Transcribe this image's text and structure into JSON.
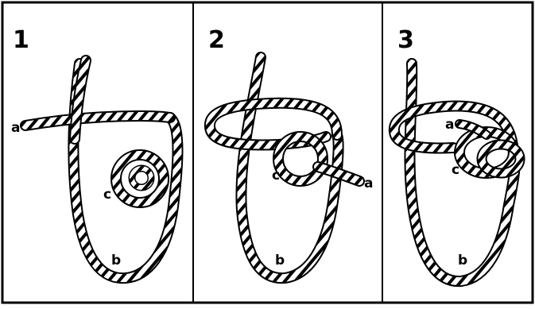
{
  "panels": [
    {
      "number": "1",
      "labels": {
        "a": "a",
        "b": "b",
        "c": "c"
      }
    },
    {
      "number": "2",
      "labels": {
        "a": "a",
        "b": "b",
        "c": "c"
      }
    },
    {
      "number": "3",
      "labels": {
        "a": "a",
        "b": "b",
        "c": "c"
      }
    }
  ],
  "colors": {
    "rope": "#000000",
    "background": "#ffffff",
    "border": "#000000"
  }
}
